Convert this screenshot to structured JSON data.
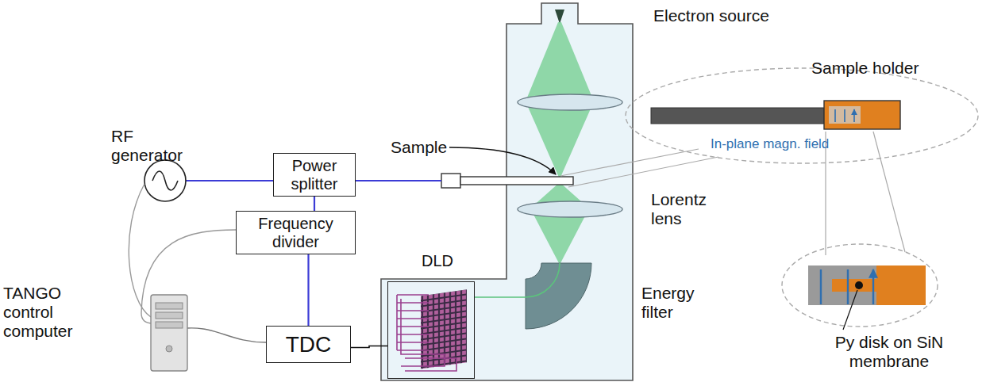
{
  "diagram": {
    "nodes": [
      {
        "text": [
          "Power splitter"
        ]
      },
      {
        "text": [
          "Frequency divider"
        ]
      },
      {
        "text": [
          "TDC"
        ]
      },
      {
        "text": [
          "DLD"
        ]
      }
    ],
    "edges": [
      {
        "from": 0,
        "to": 1,
        "arrow": "none"
      },
      {
        "from": 1,
        "to": 2,
        "arrow": "none"
      },
      {
        "from": 2,
        "to": 3,
        "arrow": "none"
      }
    ],
    "labels": [
      "Electron source",
      "Sample holder",
      "RF generator",
      "Sample",
      "In-plane magn. field",
      "Lorentz lens",
      "Energy filter",
      "TANGO control computer",
      "Py disk on SiN membrane"
    ]
  }
}
